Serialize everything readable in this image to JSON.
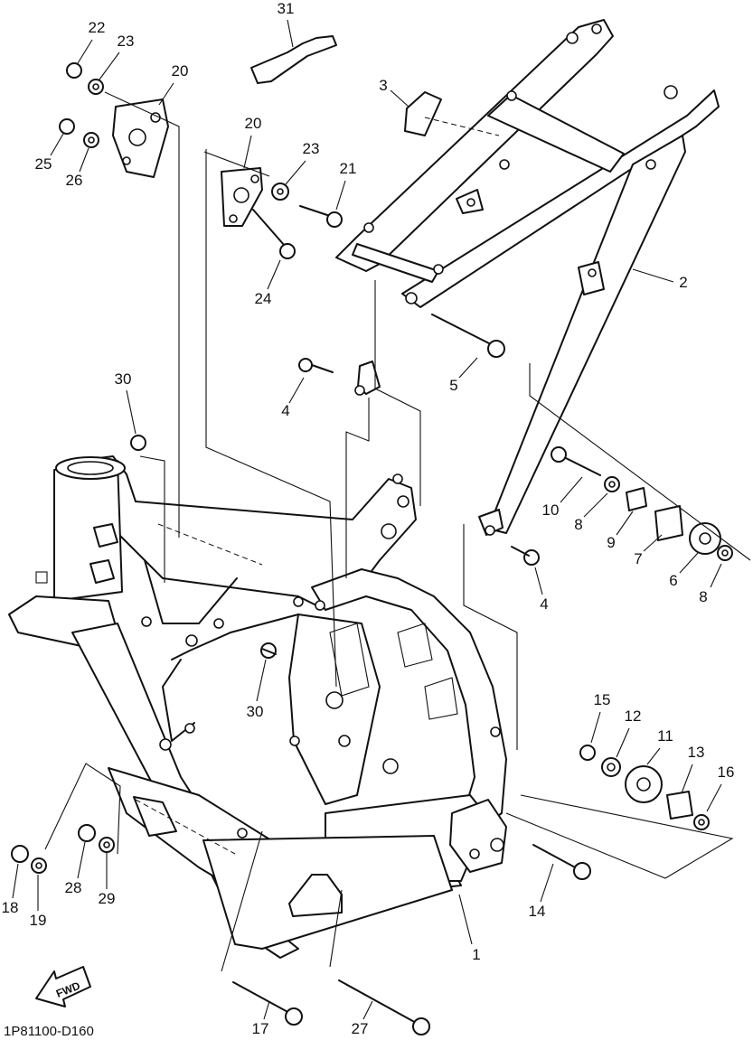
{
  "callouts": {
    "c1": "1",
    "c2": "2",
    "c3": "3",
    "c4a": "4",
    "c4b": "4",
    "c5": "5",
    "c6": "6",
    "c7": "7",
    "c8a": "8",
    "c8b": "8",
    "c9": "9",
    "c10": "10",
    "c11": "11",
    "c12": "12",
    "c13": "13",
    "c14": "14",
    "c15": "15",
    "c16": "16",
    "c17": "17",
    "c18": "18",
    "c19": "19",
    "c20a": "20",
    "c20b": "20",
    "c21": "21",
    "c22": "22",
    "c23a": "23",
    "c23b": "23",
    "c24": "24",
    "c25": "25",
    "c26": "26",
    "c27": "27",
    "c28": "28",
    "c29": "29",
    "c30a": "30",
    "c30b": "30",
    "c31": "31"
  },
  "fwd_label": "FWD",
  "diagram_code": "1P81100-D160"
}
